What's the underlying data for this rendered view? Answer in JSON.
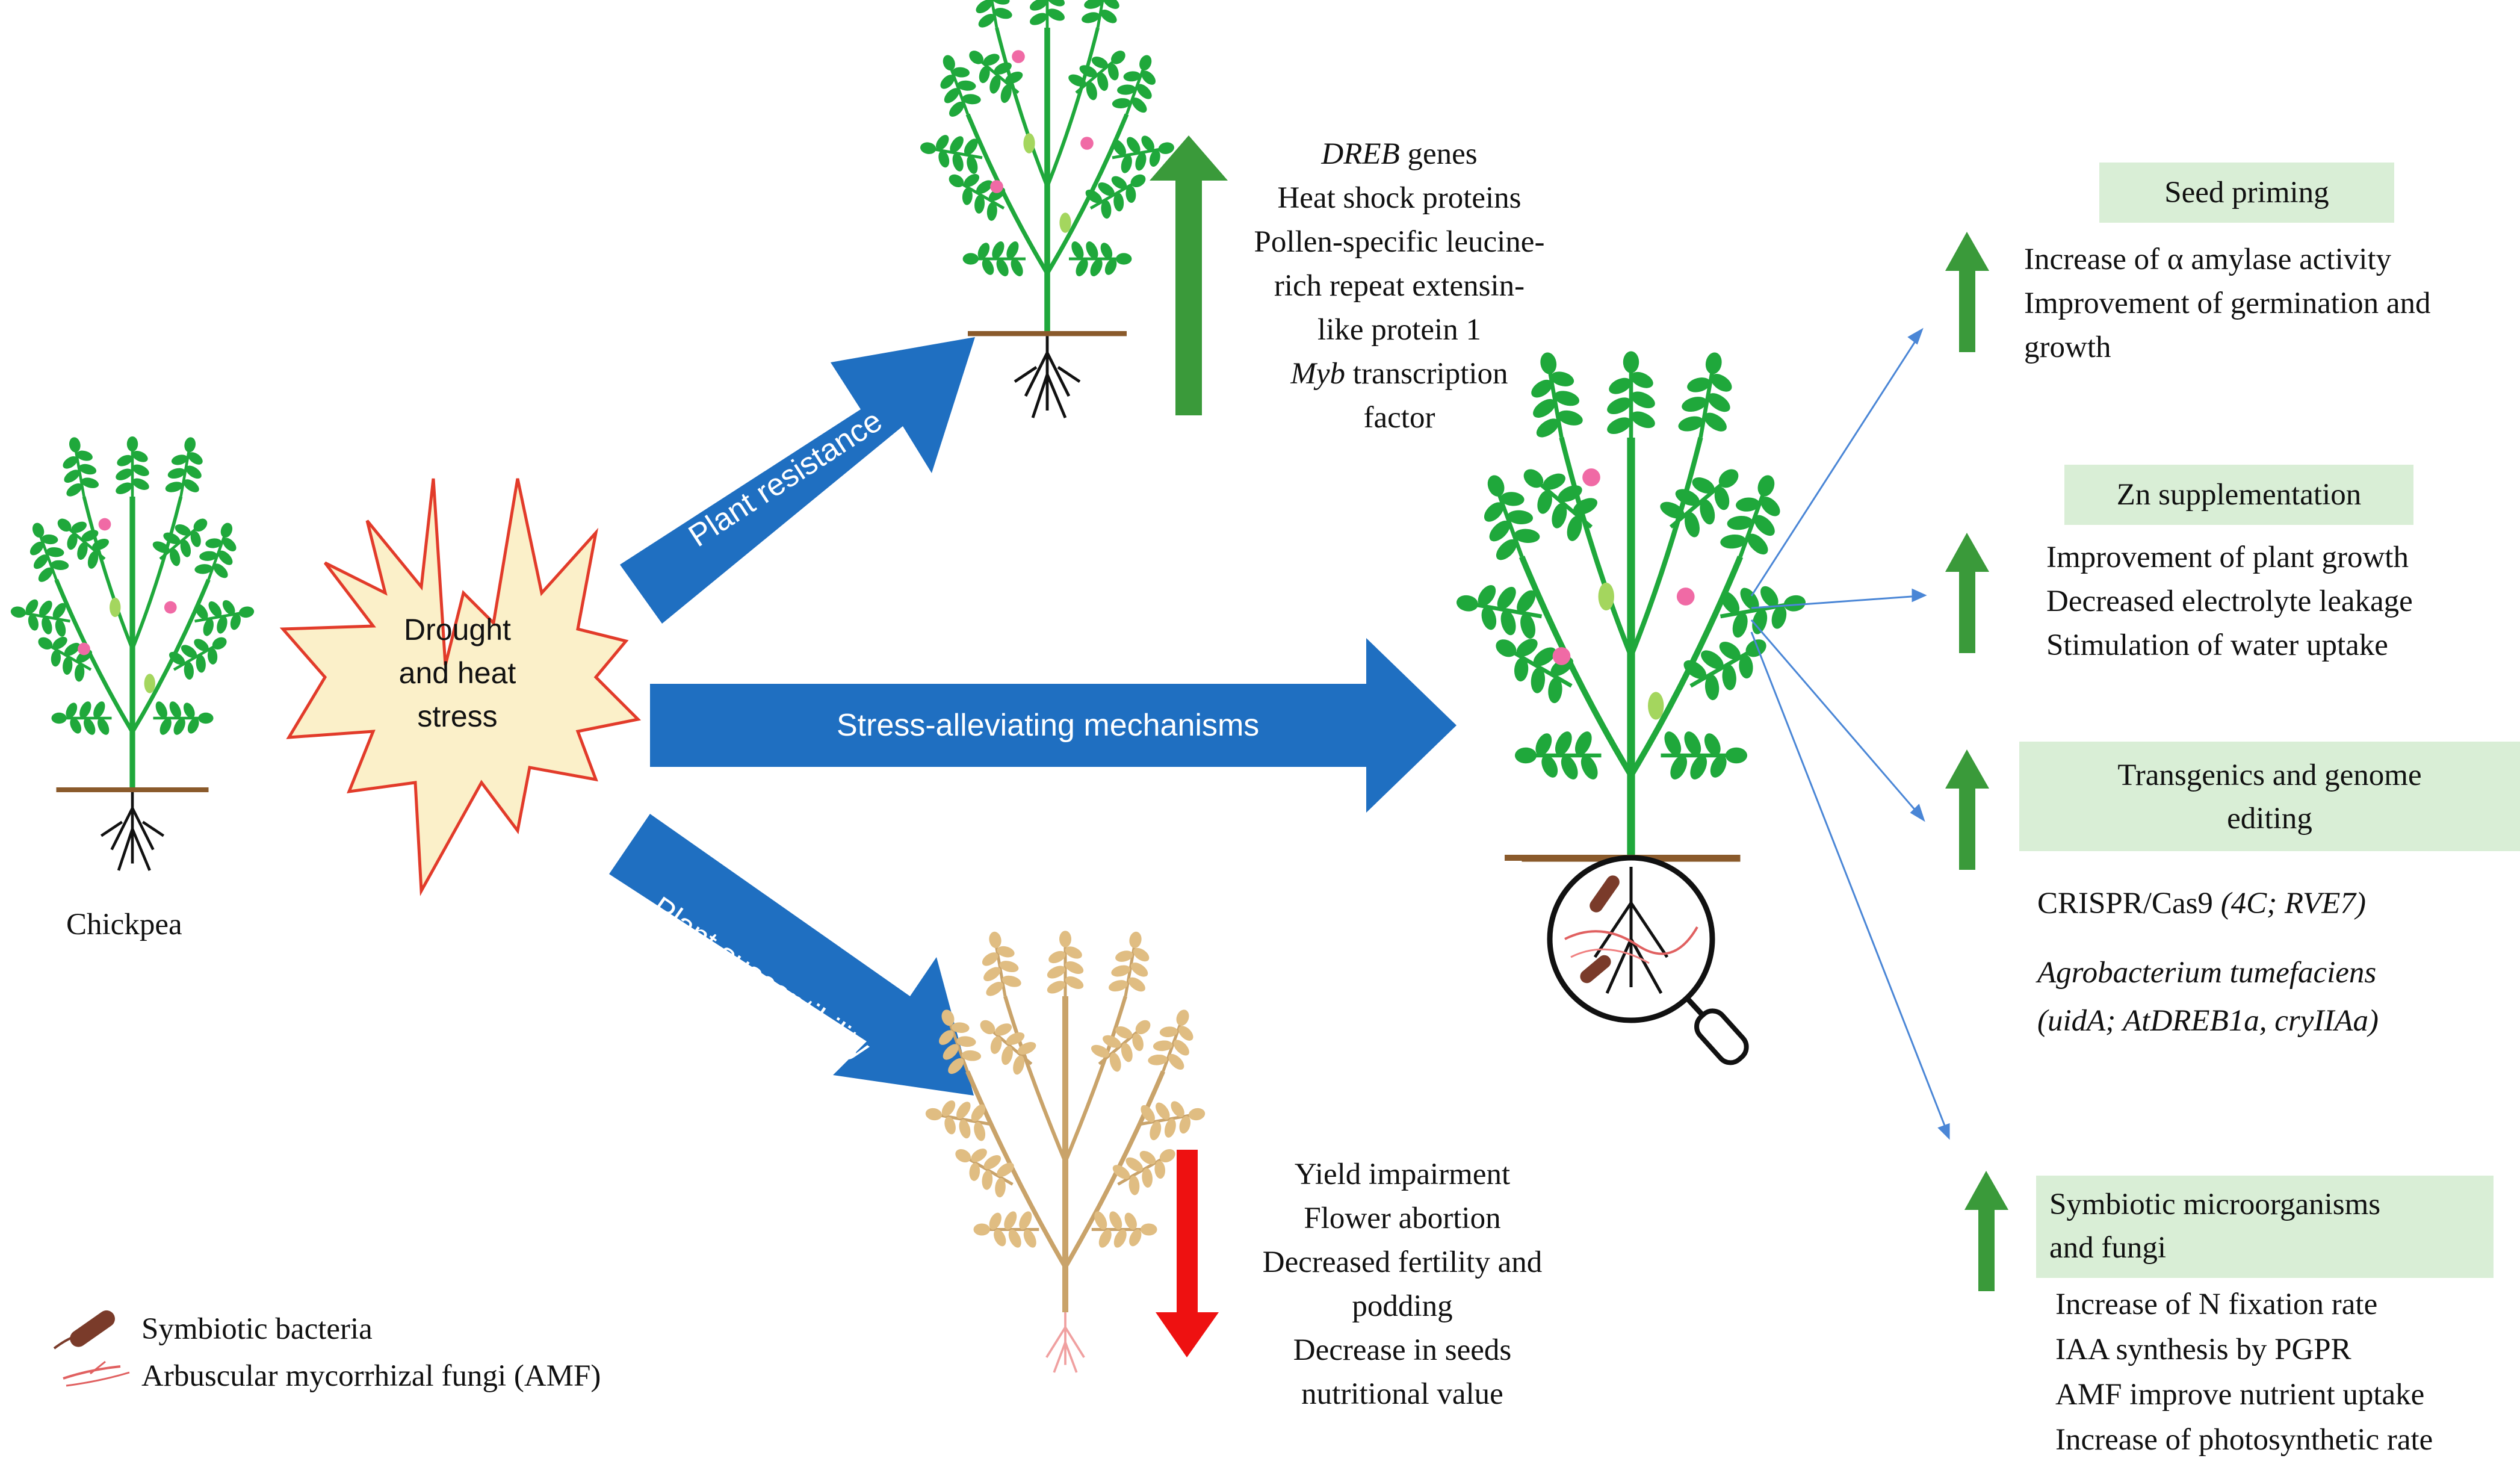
{
  "stress": {
    "line1": "Drought",
    "line2": "and heat",
    "line3": "stress"
  },
  "chickpea_label": "Chickpea",
  "arrows": {
    "resistance": "Plant resistance",
    "alleviating": "Stress-alleviating mechanisms",
    "susceptibility": "Plant susceptibility"
  },
  "resistance_list": [
    {
      "italic": "DREB",
      "rest": " genes"
    },
    {
      "italic": "",
      "rest": "Heat shock proteins"
    },
    {
      "italic": "",
      "rest": "Pollen-specific leucine-"
    },
    {
      "italic": "",
      "rest": "rich repeat extensin-"
    },
    {
      "italic": "",
      "rest": "like protein 1"
    },
    {
      "italic": "Myb",
      "rest": " transcription"
    },
    {
      "italic": "",
      "rest": "factor"
    }
  ],
  "susceptibility_list": [
    "Yield impairment",
    "Flower abortion",
    "Decreased fertility and",
    "podding",
    "Decrease in seeds",
    "nutritional value"
  ],
  "mechanisms": {
    "seed_priming": {
      "title": "Seed priming",
      "items": [
        "Increase of α amylase activity",
        "Improvement of germination and",
        "growth"
      ]
    },
    "zn": {
      "title": "Zn supplementation",
      "items": [
        "Improvement of plant growth",
        "Decreased electrolyte leakage",
        "Stimulation of water uptake"
      ]
    },
    "transgenics": {
      "title_line1": "Transgenics and genome",
      "title_line2": "editing",
      "crispr": "CRISPR/Cas9",
      "crispr_targets": "(4C; RVE7)",
      "agro": "Agrobacterium tumefaciens",
      "agro_targets": "(uidA; AtDREB1a, cryIIAa)"
    },
    "symbiotic": {
      "title_line1": "Symbiotic microorganisms",
      "title_line2": "and fungi",
      "items": [
        "Increase of N fixation rate",
        "IAA synthesis by PGPR",
        "AMF improve nutrient uptake",
        "Increase of photosynthetic rate"
      ]
    }
  },
  "legend": {
    "bacteria": "Symbiotic bacteria",
    "amf": "Arbuscular mycorrhizal fungi (AMF)"
  },
  "colors": {
    "blue_arrow": "#1f6fc1",
    "green_arrow": "#3a9a3a",
    "red_arrow": "#ee1111",
    "leaf": "#1fa83b",
    "flower": "#f06aa5",
    "soil": "#8a5a2b",
    "star_fill": "#fbf0c9",
    "star_stroke": "#e23b2a",
    "box_fill": "#d9eed6"
  }
}
